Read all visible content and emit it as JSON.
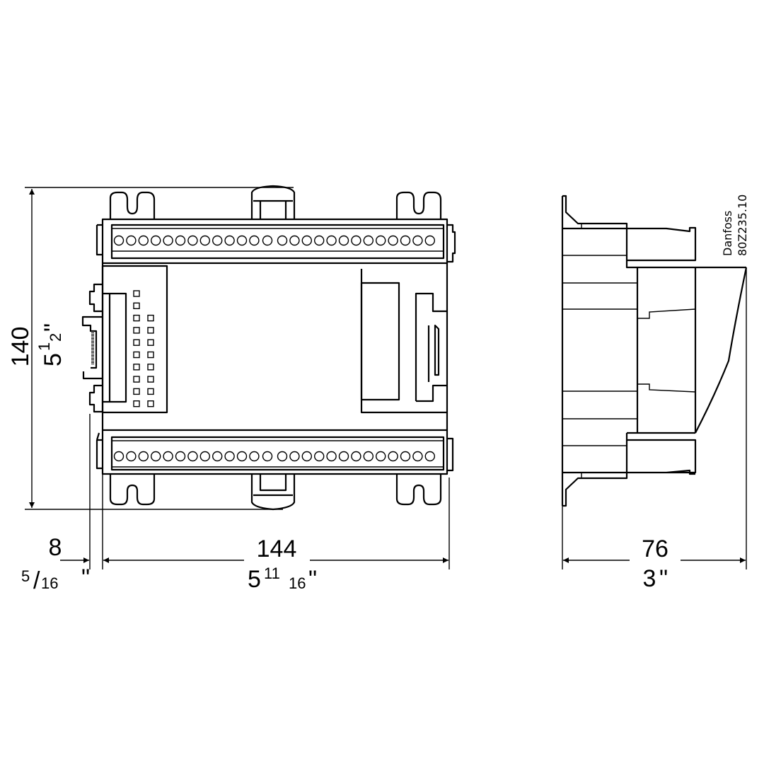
{
  "dimensions": {
    "height_mm": "140",
    "height_in_whole": "5",
    "height_in_frac_num": "1",
    "height_in_frac_den": "2",
    "width_mm": "144",
    "width_in_whole": "5",
    "width_in_frac_num": "11",
    "width_in_frac_den": "16",
    "rail_offset_mm": "8",
    "rail_offset_in_num": "5",
    "rail_offset_in_den": "16",
    "depth_mm": "76",
    "depth_in": "3"
  },
  "inch_mark": "\"",
  "label": {
    "brand": "Danfoss",
    "code": "80Z235.10"
  }
}
